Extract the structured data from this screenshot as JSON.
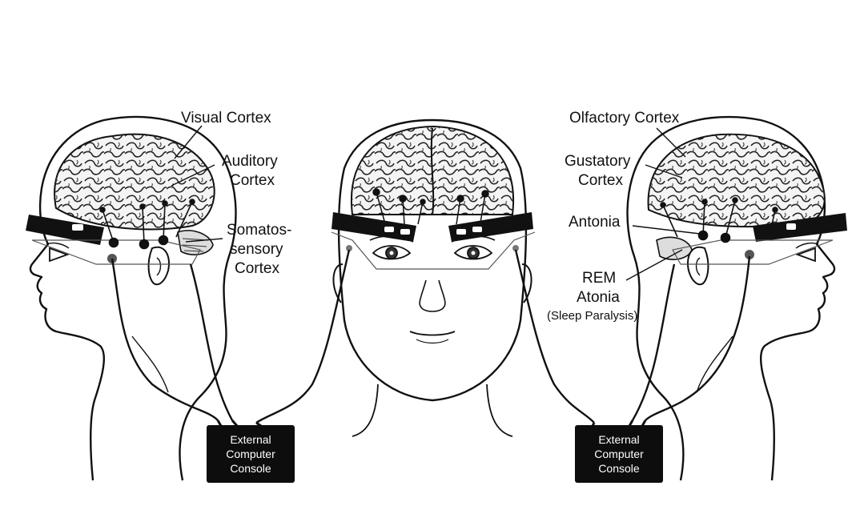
{
  "labels": {
    "visual_cortex": "Visual Cortex",
    "auditory_cortex_line1": "Auditory",
    "auditory_cortex_line2": "Cortex",
    "somatosensory_line1": "Somatos-",
    "somatosensory_line2": "sensory",
    "somatosensory_line3": "Cortex",
    "olfactory_cortex": "Olfactory Cortex",
    "gustatory_line1": "Gustatory",
    "gustatory_line2": "Cortex",
    "antonia": "Antonia",
    "rem_line1": "REM",
    "rem_line2": "Atonia",
    "rem_line3": "(Sleep Paralysis)"
  },
  "consoles": [
    {
      "line1": "External",
      "line2": "Computer",
      "line3": "Console"
    },
    {
      "line1": "External",
      "line2": "Computer",
      "line3": "Console"
    }
  ],
  "colors": {
    "ink": "#111111",
    "band": "#111111",
    "console_bg": "#0d0d0d",
    "console_text": "#ffffff",
    "sensor_grey": "#555555"
  }
}
